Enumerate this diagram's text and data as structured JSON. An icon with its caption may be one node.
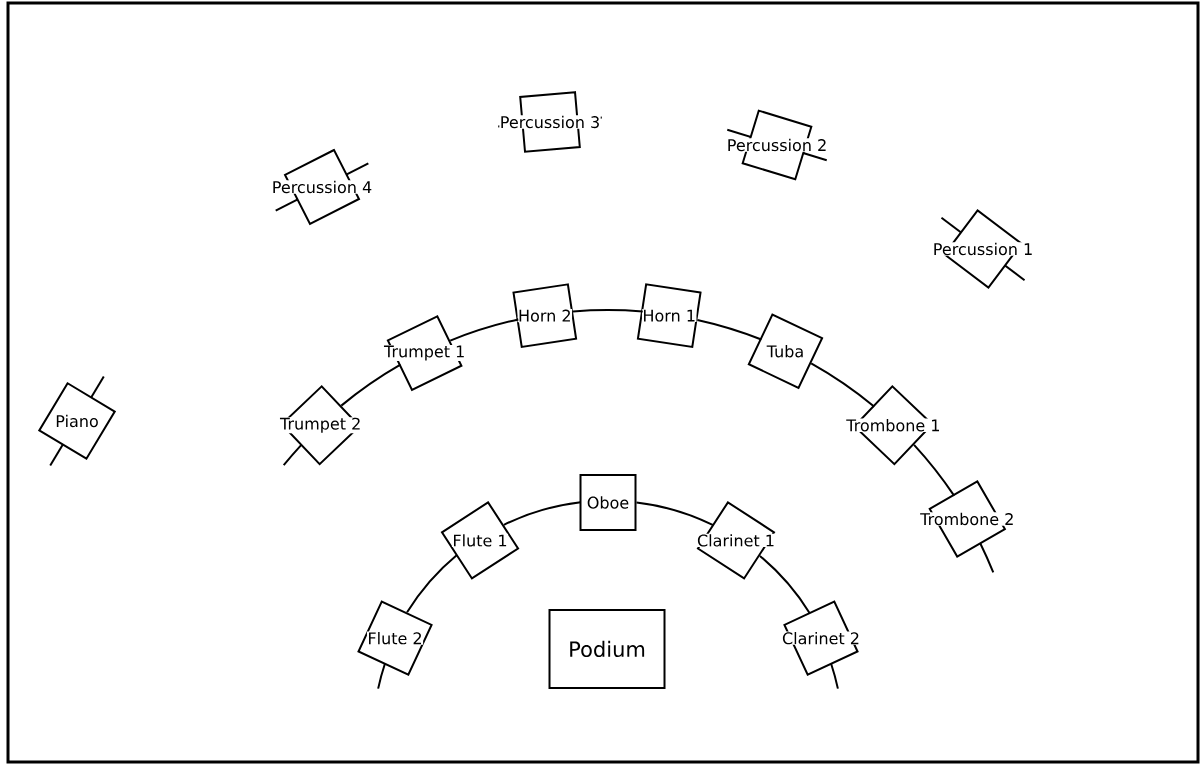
{
  "diagram": {
    "nodes": [
      {
        "text": [
          "Percussion 3"
        ]
      },
      {
        "text": [
          "Percussion 2"
        ]
      },
      {
        "text": [
          "Percussion 4"
        ]
      },
      {
        "text": [
          "Percussion 1"
        ]
      },
      {
        "text": [
          "Horn 2"
        ]
      },
      {
        "text": [
          "Horn 1"
        ]
      },
      {
        "text": [
          "Trumpet 1"
        ]
      },
      {
        "text": [
          "Tuba"
        ]
      },
      {
        "text": [
          "Piano"
        ]
      },
      {
        "text": [
          "Trumpet 2"
        ]
      },
      {
        "text": [
          "Trombone 1"
        ]
      },
      {
        "text": [
          "Oboe"
        ]
      },
      {
        "text": [
          "Flute 1"
        ]
      },
      {
        "text": [
          "Clarinet 1"
        ]
      },
      {
        "text": [
          "Trombone 2"
        ]
      },
      {
        "text": [
          "Flute 2"
        ]
      },
      {
        "text": [
          "Podium"
        ]
      },
      {
        "text": [
          "Clarinet 2"
        ]
      }
    ],
    "edges": [
      {
        "from": 9,
        "to": 6,
        "arrow": "none"
      },
      {
        "from": 6,
        "to": 4,
        "arrow": "none"
      },
      {
        "from": 4,
        "to": 5,
        "arrow": "none"
      },
      {
        "from": 5,
        "to": 7,
        "arrow": "none"
      },
      {
        "from": 7,
        "to": 10,
        "arrow": "none"
      },
      {
        "from": 10,
        "to": 14,
        "arrow": "none"
      },
      {
        "from": 15,
        "to": 12,
        "arrow": "none"
      },
      {
        "from": 12,
        "to": 11,
        "arrow": "none"
      },
      {
        "from": 11,
        "to": 13,
        "arrow": "none"
      },
      {
        "from": 13,
        "to": 17,
        "arrow": "none"
      }
    ]
  }
}
